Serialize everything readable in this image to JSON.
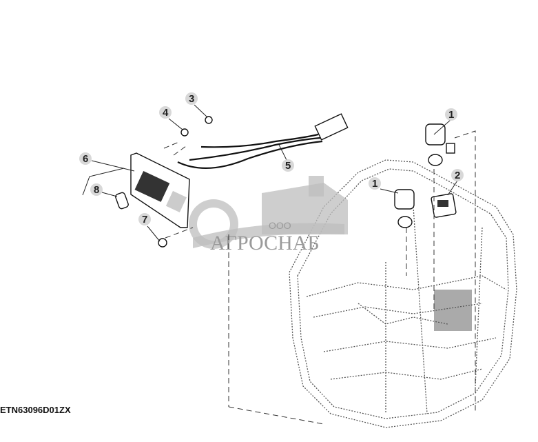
{
  "diagram": {
    "figure_id": "ETN63096D01ZX",
    "callouts": [
      "1",
      "1",
      "2",
      "3",
      "4",
      "5",
      "6",
      "7",
      "8"
    ],
    "watermark": {
      "company_prefix": "ООО",
      "company_name": "АГРОСНАБ"
    }
  }
}
